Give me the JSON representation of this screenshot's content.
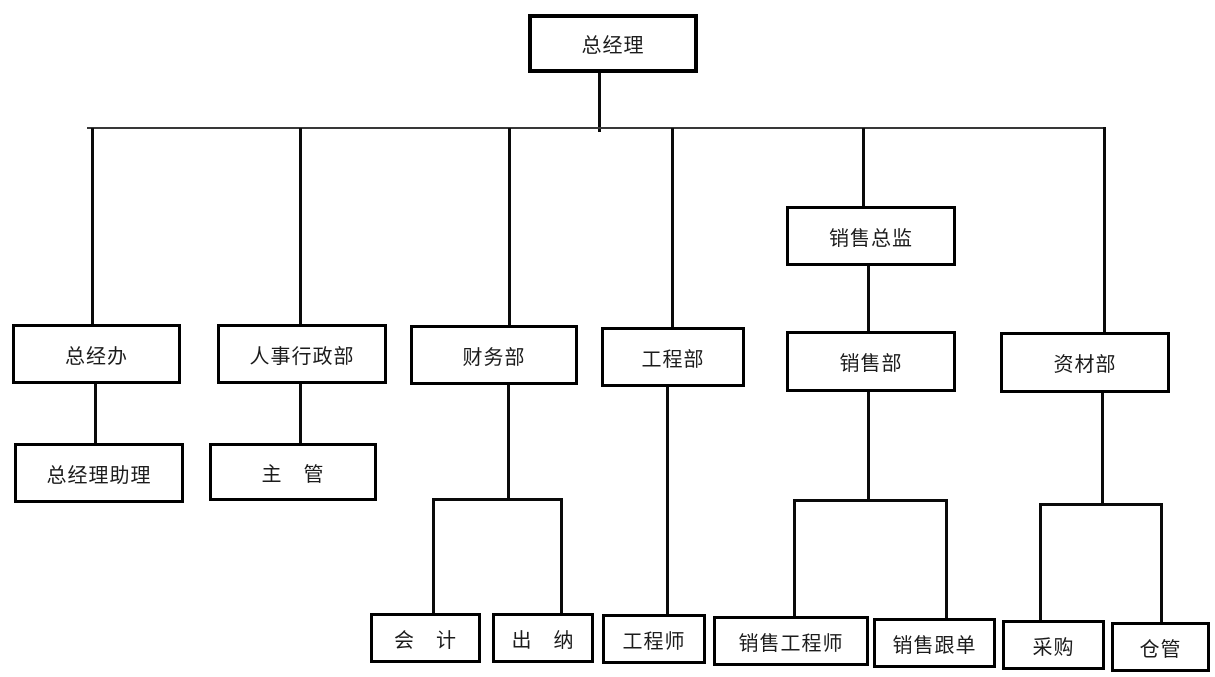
{
  "diagram": {
    "type": "org-chart",
    "colors": {
      "background": "#ffffff",
      "line": "#000000",
      "text": "#1c1c1c"
    }
  },
  "nodes": {
    "gm": {
      "label": "总经理",
      "reports_to": null
    },
    "sales_director": {
      "label": "销售总监",
      "reports_to": "gm"
    },
    "gm_office": {
      "label": "总经办",
      "reports_to": "gm"
    },
    "hr_admin": {
      "label": "人事行政部",
      "reports_to": "gm"
    },
    "finance": {
      "label": "财务部",
      "reports_to": "gm"
    },
    "engineering": {
      "label": "工程部",
      "reports_to": "gm"
    },
    "sales": {
      "label": "销售部",
      "reports_to": "sales_director"
    },
    "materials": {
      "label": "资材部",
      "reports_to": "gm"
    },
    "gm_assistant": {
      "label": "总经理助理",
      "reports_to": "gm_office"
    },
    "supervisor": {
      "label": "主　管",
      "reports_to": "hr_admin"
    },
    "accountant": {
      "label": "会　计",
      "reports_to": "finance"
    },
    "cashier": {
      "label": "出　纳",
      "reports_to": "finance"
    },
    "engineer": {
      "label": "工程师",
      "reports_to": "engineering"
    },
    "sales_engineer": {
      "label": "销售工程师",
      "reports_to": "sales"
    },
    "sales_order": {
      "label": "销售跟单",
      "reports_to": "sales"
    },
    "purchasing": {
      "label": "采购",
      "reports_to": "materials"
    },
    "warehouse": {
      "label": "仓管",
      "reports_to": "materials"
    }
  }
}
